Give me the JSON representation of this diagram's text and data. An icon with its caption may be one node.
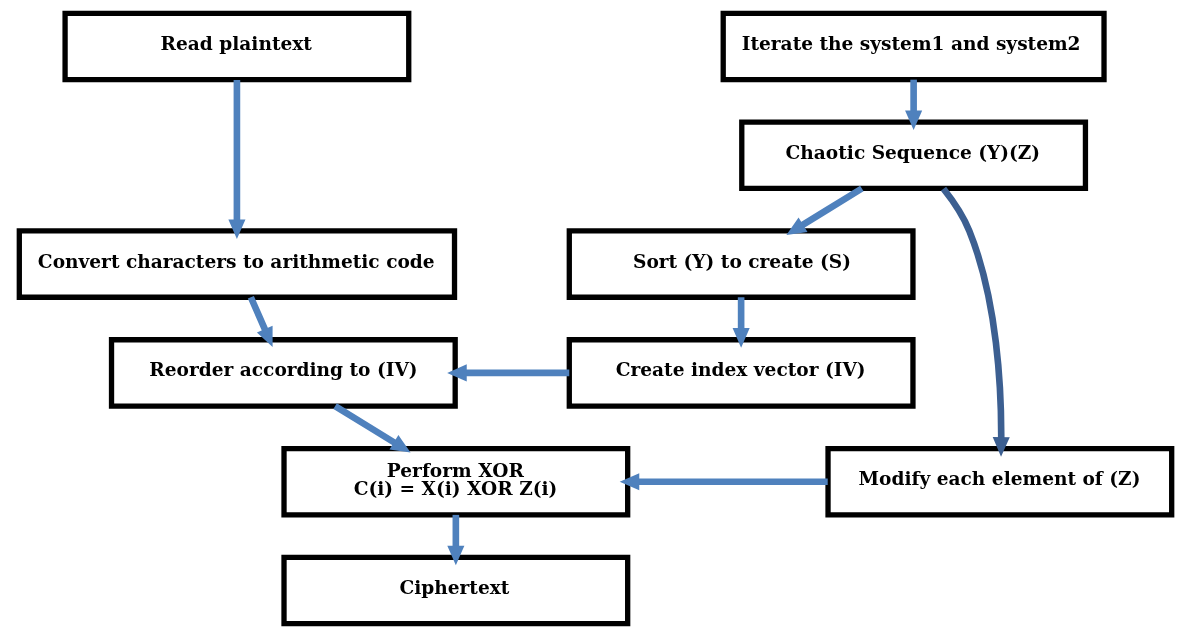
{
  "diagram": {
    "nodes": [
      {
        "text": [
          "Read plaintext"
        ]
      },
      {
        "text": [
          "Convert characters to arithmetic code"
        ]
      },
      {
        "text": [
          "Reorder according to (IV)"
        ]
      },
      {
        "text": [
          "Perform XOR",
          "C(i) = X(i) XOR Z(i)"
        ]
      },
      {
        "text": [
          "Ciphertext"
        ]
      },
      {
        "text": [
          "Iterate the system1 and system2"
        ]
      },
      {
        "text": [
          "Chaotic Sequence (Y)(Z)"
        ]
      },
      {
        "text": [
          "Sort (Y) to create (S)"
        ]
      },
      {
        "text": [
          "Create index vector (IV)"
        ]
      },
      {
        "text": [
          "Modify each element of (Z)"
        ]
      }
    ],
    "edges": [
      {
        "from": 0,
        "to": 1,
        "arrow": "to"
      },
      {
        "from": 1,
        "to": 2,
        "arrow": "to"
      },
      {
        "from": 2,
        "to": 3,
        "arrow": "to"
      },
      {
        "from": 3,
        "to": 4,
        "arrow": "to"
      },
      {
        "from": 5,
        "to": 6,
        "arrow": "to"
      },
      {
        "from": 6,
        "to": 7,
        "arrow": "to"
      },
      {
        "from": 7,
        "to": 8,
        "arrow": "to"
      },
      {
        "from": 8,
        "to": 2,
        "arrow": "to"
      },
      {
        "from": 6,
        "to": 9,
        "arrow": "to",
        "color": "#3c5f91"
      },
      {
        "from": 9,
        "to": 3,
        "arrow": "to"
      }
    ]
  }
}
